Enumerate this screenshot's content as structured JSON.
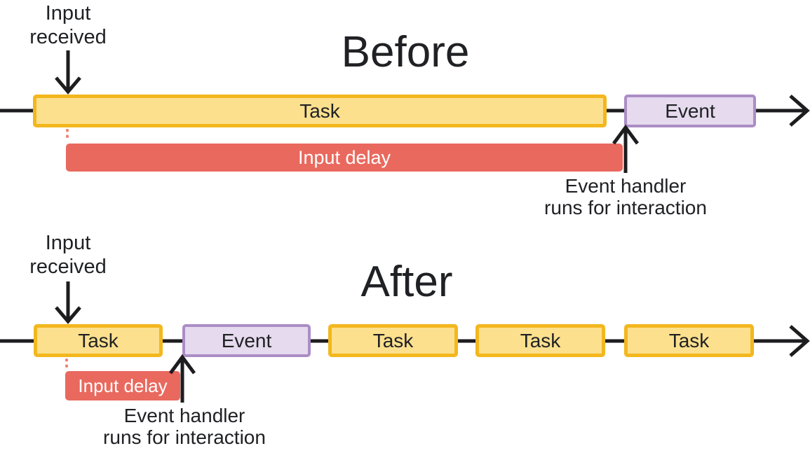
{
  "diagram": {
    "description": "Before/after comparison of a long task being broken up, showing reduced input delay",
    "colors": {
      "task_fill": "#FCE08E",
      "task_border": "#F3B71E",
      "event_fill": "#E5DAEE",
      "event_border": "#AB8DC5",
      "input_delay_fill": "#E9695E",
      "input_delay_text": "#FFFFFF",
      "line_and_text": "#202124",
      "dotted_connector": "#ED8173",
      "background": "#FFFFFF"
    },
    "before": {
      "title": "Before",
      "input_received_label": "Input received",
      "task_label": "Task",
      "event_label": "Event",
      "input_delay_label": "Input delay",
      "handler_line1": "Event handler",
      "handler_line2": "runs for interaction"
    },
    "after": {
      "title": "After",
      "input_received_label": "Input received",
      "segments": [
        {
          "type": "task",
          "label": "Task"
        },
        {
          "type": "event",
          "label": "Event"
        },
        {
          "type": "task",
          "label": "Task"
        },
        {
          "type": "task",
          "label": "Task"
        },
        {
          "type": "task",
          "label": "Task"
        }
      ],
      "input_delay_label": "Input delay",
      "handler_line1": "Event handler",
      "handler_line2": "runs for interaction"
    }
  }
}
